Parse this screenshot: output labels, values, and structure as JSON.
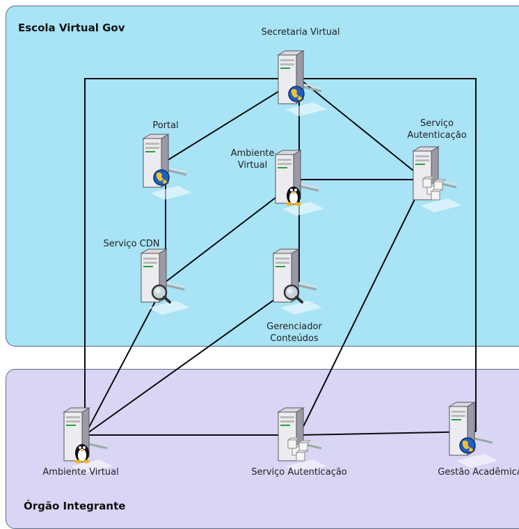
{
  "zones": {
    "top": {
      "title": "Escola Virtual Gov",
      "fill": "#a8e3f6"
    },
    "bottom": {
      "title": "Órgão Integrante",
      "fill": "#d8d5f5"
    }
  },
  "nodes": [
    {
      "id": "secretaria",
      "name": "node-secretaria-virtual",
      "icon": "globe-icon",
      "lines": [
        "Secretaria Virtual"
      ]
    },
    {
      "id": "portal",
      "name": "node-portal",
      "icon": "globe-icon",
      "lines": [
        "Portal"
      ]
    },
    {
      "id": "ambiente",
      "name": "node-ambiente-virtual",
      "icon": "penguin-icon",
      "lines": [
        "Ambiente",
        "Virtual"
      ]
    },
    {
      "id": "autenticacao",
      "name": "node-servico-autenticacao",
      "icon": "cubes-icon",
      "lines": [
        "Serviço",
        "Autenticação"
      ]
    },
    {
      "id": "cdn",
      "name": "node-servico-cdn",
      "icon": "magnifier-icon",
      "lines": [
        "Serviço CDN"
      ]
    },
    {
      "id": "gerenciador",
      "name": "node-gerenciador-conteudos",
      "icon": "magnifier-icon",
      "lines": [
        "Gerenciador",
        "Conteúdos"
      ]
    },
    {
      "id": "amb_org",
      "name": "node-orgao-ambiente-virtual",
      "icon": "penguin-icon",
      "lines": [
        "Ambiente Virtual"
      ]
    },
    {
      "id": "aut_org",
      "name": "node-orgao-servico-autenticacao",
      "icon": "cubes-icon",
      "lines": [
        "Serviço Autenticação"
      ]
    },
    {
      "id": "gestao",
      "name": "node-gestao-academica",
      "icon": "globe-icon",
      "lines": [
        "Gestão Acadêmica"
      ]
    }
  ],
  "connections": [
    [
      "secretaria",
      "portal"
    ],
    [
      "secretaria",
      "ambiente"
    ],
    [
      "secretaria",
      "autenticacao"
    ],
    [
      "secretaria",
      "amb_org"
    ],
    [
      "secretaria",
      "gestao"
    ],
    [
      "portal",
      "cdn"
    ],
    [
      "ambiente",
      "autenticacao"
    ],
    [
      "ambiente",
      "gerenciador"
    ],
    [
      "ambiente",
      "cdn"
    ],
    [
      "autenticacao",
      "aut_org"
    ],
    [
      "cdn",
      "amb_org"
    ],
    [
      "gerenciador",
      "amb_org"
    ],
    [
      "amb_org",
      "aut_org"
    ],
    [
      "aut_org",
      "gestao"
    ]
  ]
}
